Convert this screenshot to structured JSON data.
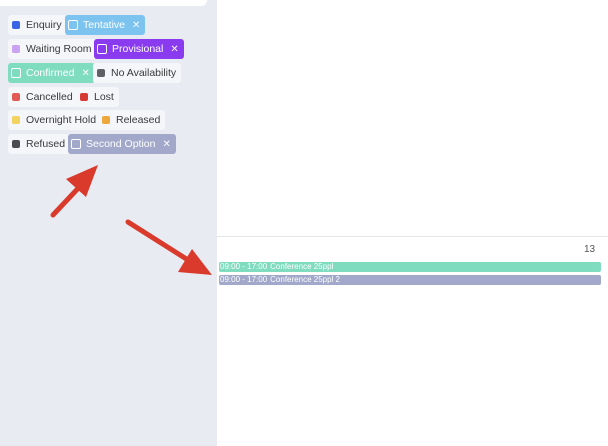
{
  "colors": {
    "enquiry": "#3b63e6",
    "tentative": "#7cc3ef",
    "waiting_room": "#c9a2f2",
    "provisional": "#8a3bf0",
    "confirmed": "#7fdcbf",
    "no_availability": "#5e6066",
    "cancelled": "#e15a56",
    "lost": "#d63a32",
    "overnight_hold": "#f2d360",
    "released": "#eea73a",
    "refused": "#4a4c52",
    "second_option": "#a1a8c9",
    "arrow": "#d93a2b"
  },
  "filters": {
    "enquiry": "Enquiry",
    "tentative": "Tentative",
    "waiting_room": "Waiting Room",
    "provisional": "Provisional",
    "confirmed": "Confirmed",
    "no_availability": "No Availability",
    "cancelled": "Cancelled",
    "lost": "Lost",
    "overnight_hold": "Overnight Hold",
    "released": "Released",
    "refused": "Refused",
    "second_option": "Second Option",
    "remove_glyph": "✕"
  },
  "calendar": {
    "day_number": "13",
    "events": [
      {
        "time": "09:00 - 17:00",
        "title": "Conference 25ppl",
        "status": "confirmed"
      },
      {
        "time": "09:00 - 17:00",
        "title": "Conference 25ppl 2",
        "status": "second_option"
      }
    ]
  }
}
